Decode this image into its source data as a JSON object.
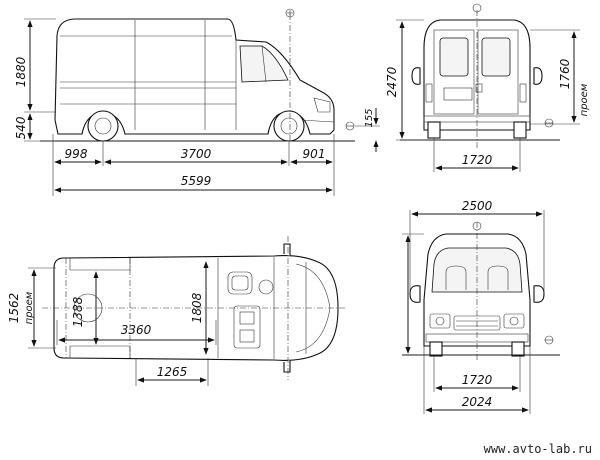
{
  "side_view": {
    "length_front_overhang": "998",
    "wheelbase": "3700",
    "rear_overhang": "901",
    "overall_length": "5599",
    "body_height": "1880",
    "floor_height": "540",
    "ground_clearance": "155"
  },
  "rear_view": {
    "overall_height": "2470",
    "door_opening_height": "1760",
    "opening_label": "проем",
    "track_width": "1720"
  },
  "top_view": {
    "cargo_length": "3360",
    "cargo_width": "1808",
    "wheel_arch_width": "1388",
    "door_opening_width": "1562",
    "opening_label": "проем",
    "side_door_width": "1265"
  },
  "front_view": {
    "width_with_mirrors": "2500",
    "track_width": "1720",
    "body_width": "2024"
  },
  "watermark": "www.avto-lab.ru"
}
